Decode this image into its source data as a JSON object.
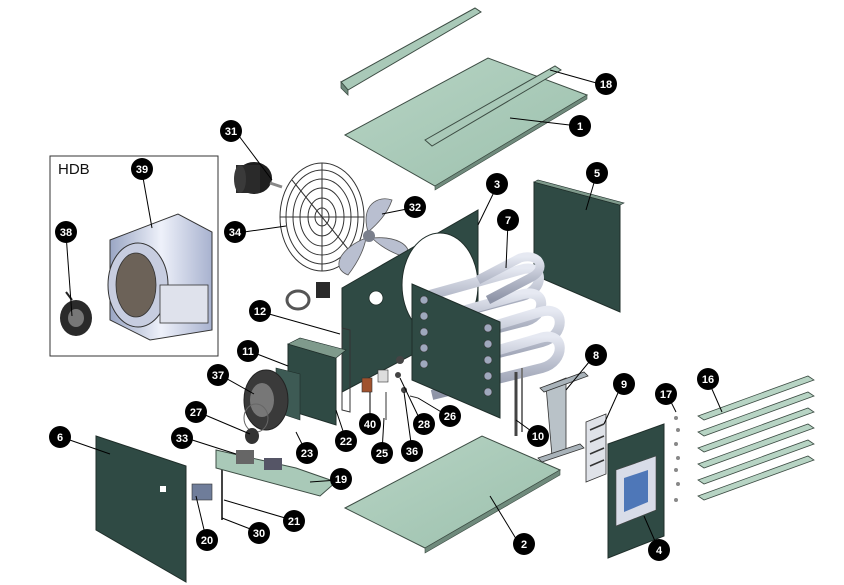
{
  "diagram": {
    "inset_label": "HDB",
    "colors": {
      "panel": "#a9c9b8",
      "panel_edge": "#3d4d44",
      "dark_panel": "#2f4a44",
      "steel": "#b9bfd0",
      "badge": "#000000",
      "leader": "#000000"
    },
    "callouts": [
      "1",
      "2",
      "3",
      "4",
      "5",
      "6",
      "7",
      "8",
      "9",
      "10",
      "11",
      "12",
      "16",
      "17",
      "18",
      "19",
      "20",
      "21",
      "22",
      "23",
      "25",
      "26",
      "27",
      "28",
      "30",
      "31",
      "32",
      "33",
      "34",
      "36",
      "37",
      "38",
      "39",
      "40"
    ]
  }
}
